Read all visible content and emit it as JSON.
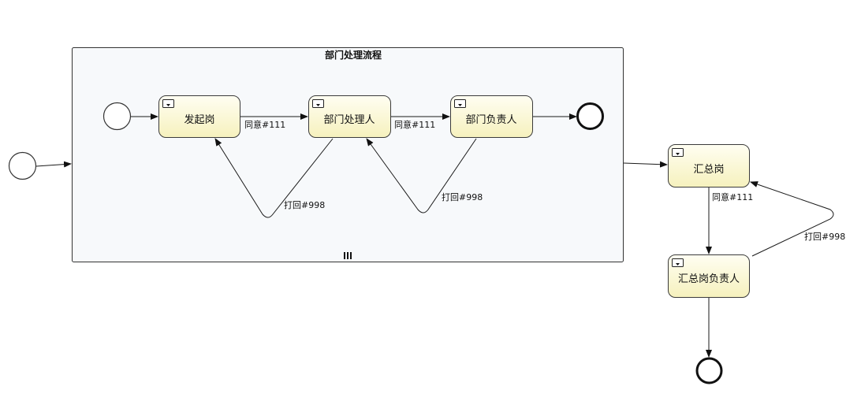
{
  "subprocess": {
    "title": "部门处理流程"
  },
  "tasks": {
    "initiate": "发起岗",
    "dept_handler": "部门处理人",
    "dept_leader": "部门负责人",
    "summary": "汇总岗",
    "summary_leader": "汇总岗负责人"
  },
  "flows": {
    "agree_1": "同意#111",
    "agree_2": "同意#111",
    "reject_1": "打回#998",
    "reject_2": "打回#998",
    "agree_3": "同意#111",
    "reject_3": "打回#998"
  },
  "colors": {
    "task_fill_top": "#fffef0",
    "task_fill_bottom": "#f7f2bf",
    "subprocess_fill": "#f7f9fb",
    "stroke": "#333333"
  },
  "icons": {
    "task_marker": "user-task-icon",
    "multi_instance": "parallel-multi-instance-icon"
  }
}
